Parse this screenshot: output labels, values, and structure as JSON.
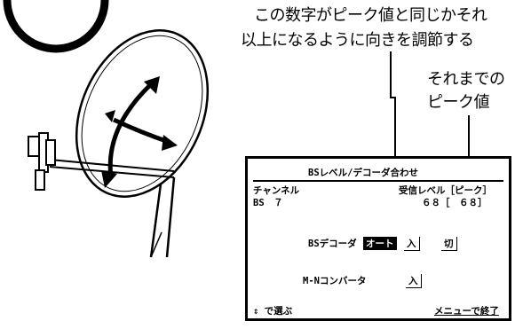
{
  "callouts": {
    "main_line1": "この数字がピーク値と同じかそれ",
    "main_line2": "以上になるように向きを調節する",
    "peak_line1": "それまでの",
    "peak_line2": "ピーク値"
  },
  "screen": {
    "title": "BSレベル/デコーダ合わせ",
    "channel_label": "チャンネル",
    "channel_value": "BS　７",
    "level_label": "受信レベル［ピーク］",
    "level_value": "６８［　６８］",
    "decoder_label": "BSデコーダ",
    "decoder_options": [
      "オート",
      "入",
      "切"
    ],
    "converter_label": "M-Nコンバータ",
    "converter_value": "入",
    "hint_select": "で選ぶ",
    "hint_exit": "メニューで終了"
  }
}
